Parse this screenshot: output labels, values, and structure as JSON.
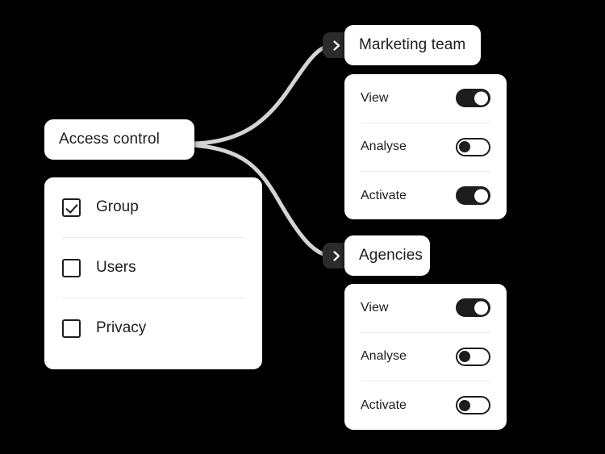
{
  "canvas": {
    "background_color": "#000000",
    "card_color": "#ffffff",
    "text_color": "#1d1d1d",
    "divider_color": "#eaeaea",
    "connector_color": "#d4d4d4",
    "badge_color": "#2b2b2b"
  },
  "root_node": {
    "label": "Access control"
  },
  "options_panel": {
    "items": [
      {
        "label": "Group",
        "checked": true,
        "icon": "checkbox-checked-icon"
      },
      {
        "label": "Users",
        "checked": false,
        "icon": "checkbox-unchecked-icon"
      },
      {
        "label": "Privacy",
        "checked": false,
        "icon": "checkbox-unchecked-icon"
      }
    ]
  },
  "branches": [
    {
      "id": "marketing-team",
      "label": "Marketing team",
      "badge_icon": "chevron-right-icon",
      "permissions": [
        {
          "label": "View",
          "enabled": true
        },
        {
          "label": "Analyse",
          "enabled": false
        },
        {
          "label": "Activate",
          "enabled": true
        }
      ]
    },
    {
      "id": "agencies",
      "label": "Agencies",
      "badge_icon": "chevron-right-icon",
      "permissions": [
        {
          "label": "View",
          "enabled": true
        },
        {
          "label": "Analyse",
          "enabled": false
        },
        {
          "label": "Activate",
          "enabled": false
        }
      ]
    }
  ]
}
